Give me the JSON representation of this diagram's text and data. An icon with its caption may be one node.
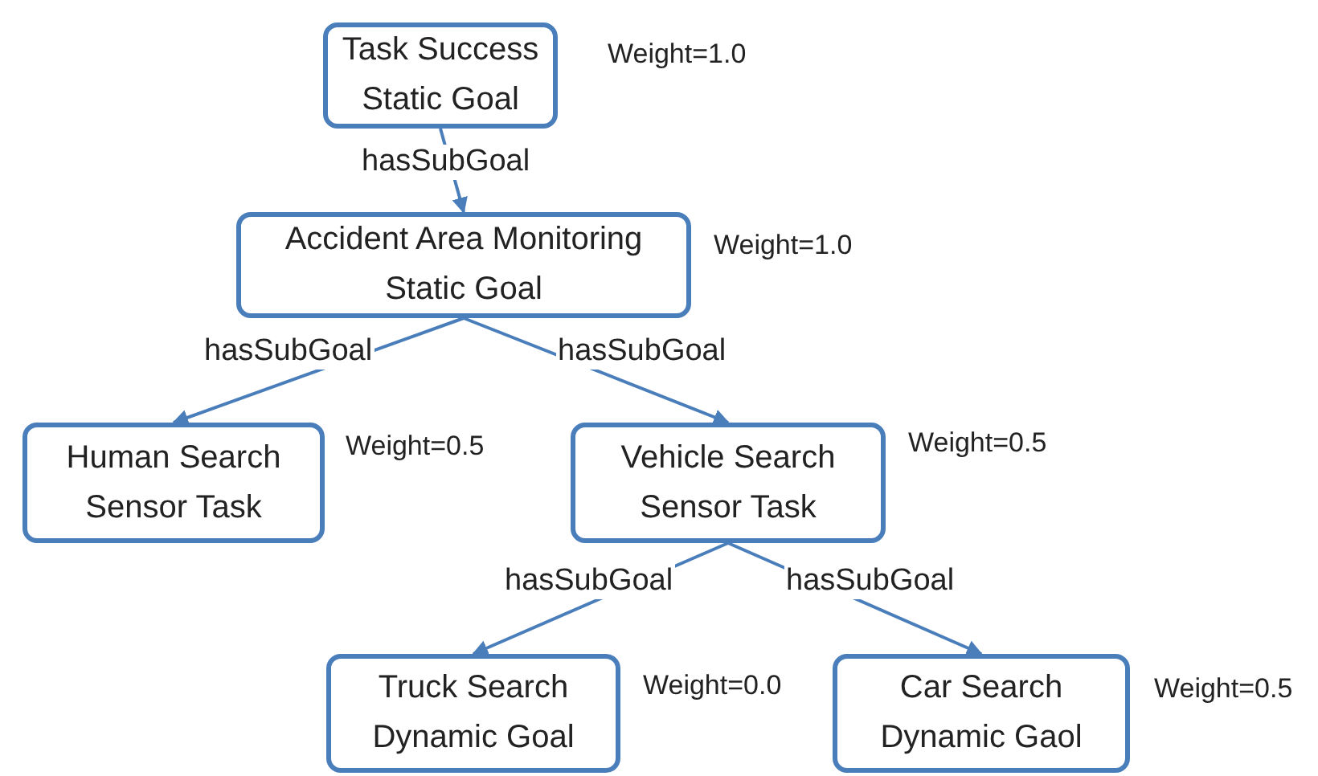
{
  "diagram": {
    "nodes": [
      {
        "text": [
          "Task Success Static Goal"
        ],
        "beside": [
          "Weight=1.0"
        ]
      },
      {
        "text": [
          "Accident Area Monitoring Static Goal"
        ],
        "beside": [
          "Weight=1.0"
        ]
      },
      {
        "text": [
          "Human Search Sensor Task"
        ],
        "beside": [
          "Weight=0.5"
        ]
      },
      {
        "text": [
          "Vehicle Search Sensor Task"
        ],
        "beside": [
          "Weight=0.5"
        ]
      },
      {
        "text": [
          "Truck Search Dynamic Goal"
        ],
        "beside": [
          "Weight=0.0"
        ]
      },
      {
        "text": [
          "Car Search Dynamic Gaol"
        ],
        "beside": [
          "Weight=0.5"
        ]
      }
    ],
    "edges": [
      {
        "from": 0,
        "to": 1,
        "arrow": "to",
        "label": "hasSubGoal"
      },
      {
        "from": 1,
        "to": 2,
        "arrow": "to",
        "label": "hasSubGoal"
      },
      {
        "from": 1,
        "to": 3,
        "arrow": "to",
        "label": "hasSubGoal"
      },
      {
        "from": 3,
        "to": 4,
        "arrow": "to",
        "label": "hasSubGoal"
      },
      {
        "from": 3,
        "to": 5,
        "arrow": "to",
        "label": "hasSubGoal"
      }
    ]
  }
}
